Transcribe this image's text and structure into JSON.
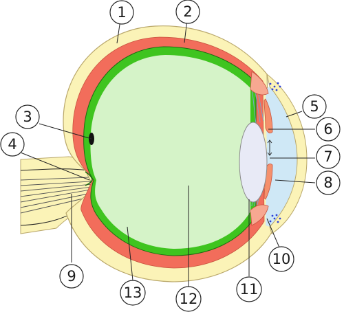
{
  "diagram": {
    "labels": [
      "1",
      "2",
      "3",
      "4",
      "5",
      "6",
      "7",
      "8",
      "9",
      "10",
      "11",
      "12",
      "13"
    ]
  },
  "colors": {
    "sclera": "#fbf3b7",
    "sclera_stroke": "#b9a76a",
    "choroid": "#f26d5b",
    "retina": "#3fc41f",
    "retina_stroke": "#1c6b10",
    "vitreous": "#d5f3c8",
    "cornea": "#fbf3b7",
    "aqueous": "#cfe8f6",
    "lens": "#e8eaf6",
    "iris": "#f5906c",
    "ciliary": "#f7a891",
    "optic_disc": "#111111",
    "canal_dots": "#2b3fd6"
  }
}
